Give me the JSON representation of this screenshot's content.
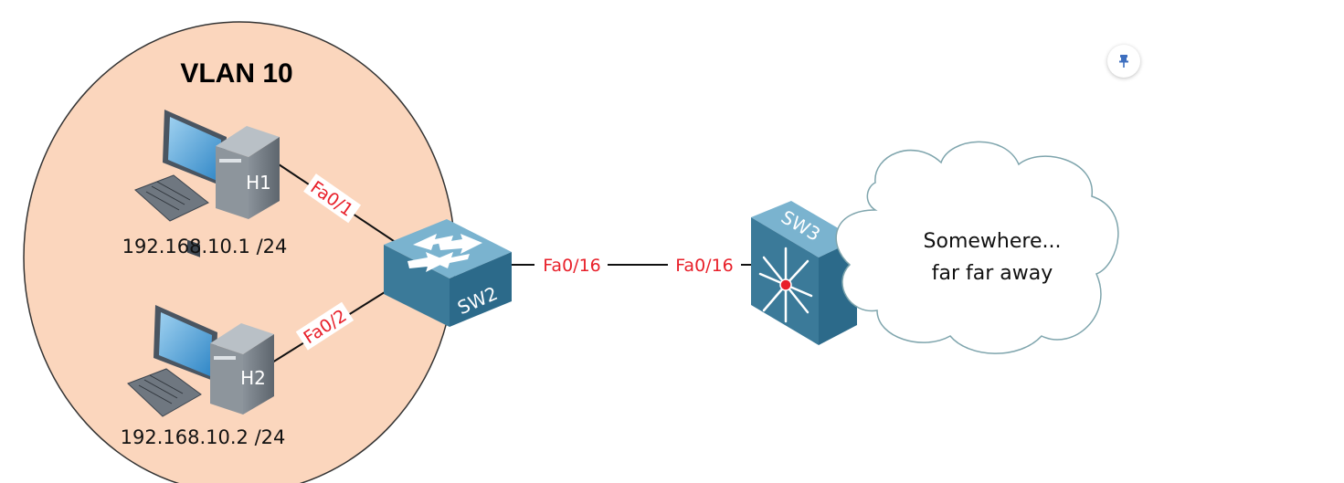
{
  "vlan": {
    "label": "VLAN 10",
    "fill": "#fbd6bd"
  },
  "hosts": [
    {
      "name": "H1",
      "ip": "192.168.10.1 /24",
      "port": "Fa0/1"
    },
    {
      "name": "H2",
      "ip": "192.168.10.2 /24",
      "port": "Fa0/2"
    }
  ],
  "switches": [
    {
      "name": "SW2",
      "uplink_port": "Fa0/16",
      "type": "layer2-switch"
    },
    {
      "name": "SW3",
      "uplink_port": "Fa0/16",
      "type": "multilayer-switch"
    }
  ],
  "cloud": {
    "line1": "Somewhere...",
    "line2": "far far away"
  },
  "colors": {
    "port_label": "#e8202a",
    "switch_blue": "#3b7a99"
  },
  "icons": {
    "pin": "pin-icon"
  }
}
